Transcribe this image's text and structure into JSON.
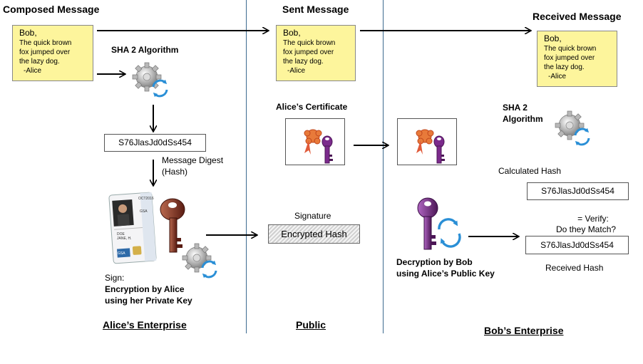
{
  "sections": {
    "composed": "Composed Message",
    "sent": "Sent Message",
    "received": "Received Message"
  },
  "message": {
    "greeting": "Bob,",
    "line1": "The quick brown",
    "line2": "fox jumped over",
    "line3": "the lazy dog.",
    "signoff": "-Alice"
  },
  "sha_left": "SHA 2 Algorithm",
  "sha_right_1": "SHA 2",
  "sha_right_2": "Algorithm",
  "hash_value": "S76JlasJd0dSs454",
  "digest_label_1": "Message Digest",
  "digest_label_2": "(Hash)",
  "certificate_label": "Alice’s Certificate",
  "signature_label": "Signature",
  "encrypted_hash": "Encrypted Hash",
  "sign_label": "Sign:",
  "sign_desc_1": "Encryption by Alice",
  "sign_desc_2": "using her Private Key",
  "decrypt_desc_1": "Decryption by Bob",
  "decrypt_desc_2": "using Alice’s Public Key",
  "calculated_hash": "Calculated Hash",
  "verify_1": "= Verify:",
  "verify_2": "Do they Match?",
  "received_hash": "Received Hash",
  "id_card_text": {
    "date": "OCT2016",
    "org": "GSA",
    "name_line1": "DOE",
    "name_line2": "JANE, H."
  },
  "footer": {
    "left": "Alice’s Enterprise",
    "middle": "Public",
    "right": "Bob’s Enterprise"
  },
  "colors": {
    "note_bg": "#fdf59c",
    "divider": "#3c6a8f",
    "private_key": "#7a2a1e",
    "public_key": "#7b2a8c",
    "refresh_arrow": "#2a8fd6"
  },
  "icons": [
    "gear-refresh-icon",
    "certificate-icon",
    "private-key-icon",
    "public-key-icon",
    "id-card-icon"
  ]
}
